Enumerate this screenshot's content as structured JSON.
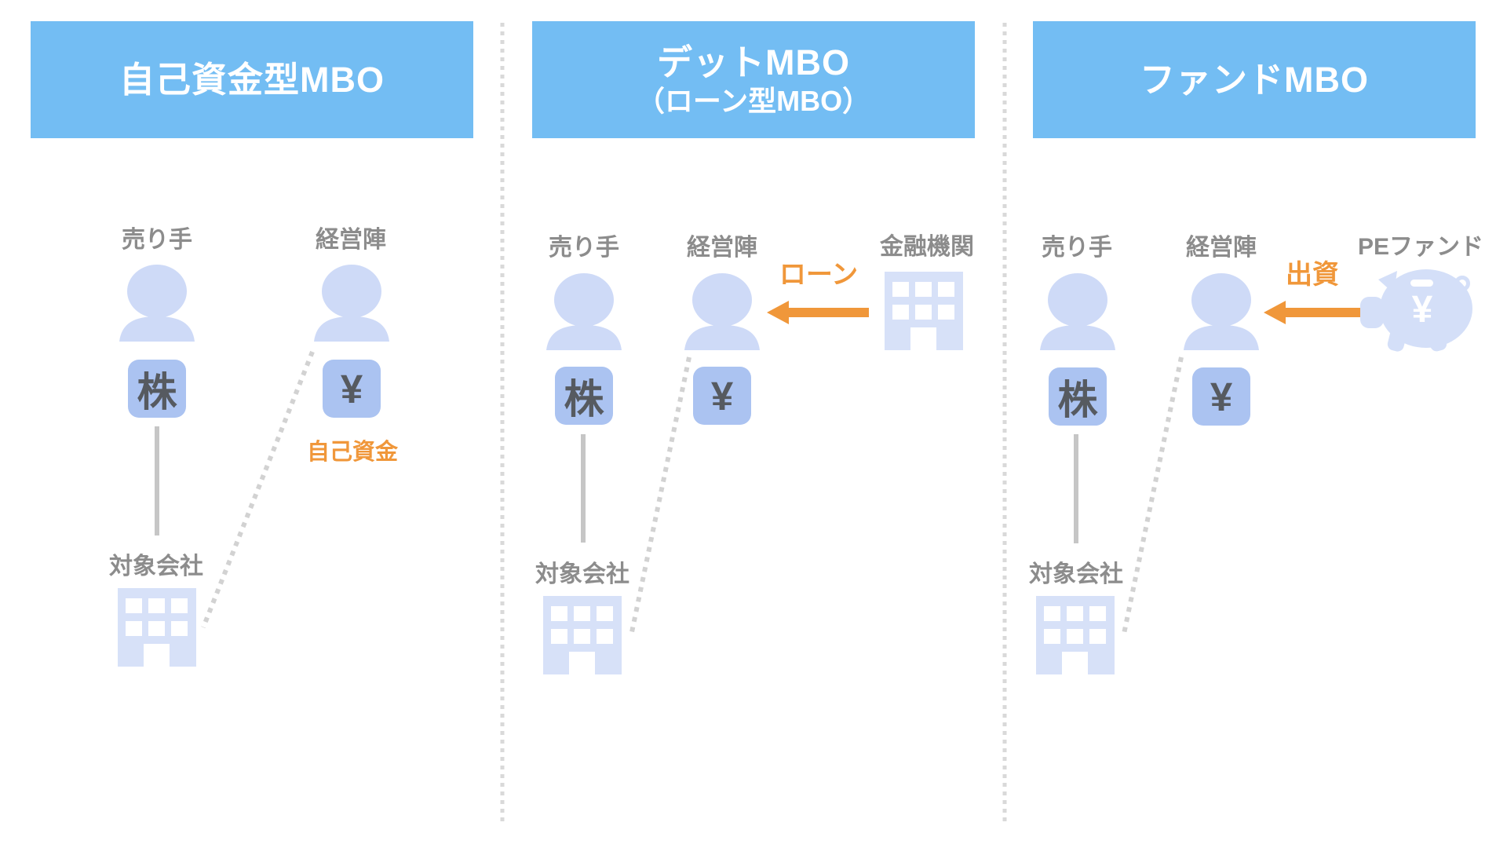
{
  "colors": {
    "header_bg": "#73BDF3",
    "header_text": "#FFFFFF",
    "label_text": "#8C8C8C",
    "accent_orange": "#F0973A",
    "person_fill": "#CEDAF7",
    "building_fill": "#D7E1F8",
    "piggy_fill": "#D4DFF8",
    "badge_fill": "#ABC3F1",
    "badge_text": "#565A60",
    "divider_dot": "#D9D9D9",
    "connector_line": "#C6C6C6",
    "diagonal_dot": "#D2D2D2"
  },
  "panels": [
    {
      "title": "自己資金型MBO",
      "subtitle": "",
      "seller_label": "売り手",
      "management_label": "経営陣",
      "stock_badge": "株",
      "money_badge": "¥",
      "note": "自己資金",
      "company_label": "対象会社"
    },
    {
      "title": "デットMBO",
      "subtitle": "（ローン型MBO）",
      "seller_label": "売り手",
      "management_label": "経営陣",
      "source_label": "金融機関",
      "flow_label": "ローン",
      "stock_badge": "株",
      "money_badge": "¥",
      "company_label": "対象会社"
    },
    {
      "title": "ファンドMBO",
      "subtitle": "",
      "seller_label": "売り手",
      "management_label": "経営陣",
      "source_label": "PEファンド",
      "flow_label": "出資",
      "stock_badge": "株",
      "money_badge": "¥",
      "company_label": "対象会社",
      "piggy_symbol": "¥"
    }
  ]
}
